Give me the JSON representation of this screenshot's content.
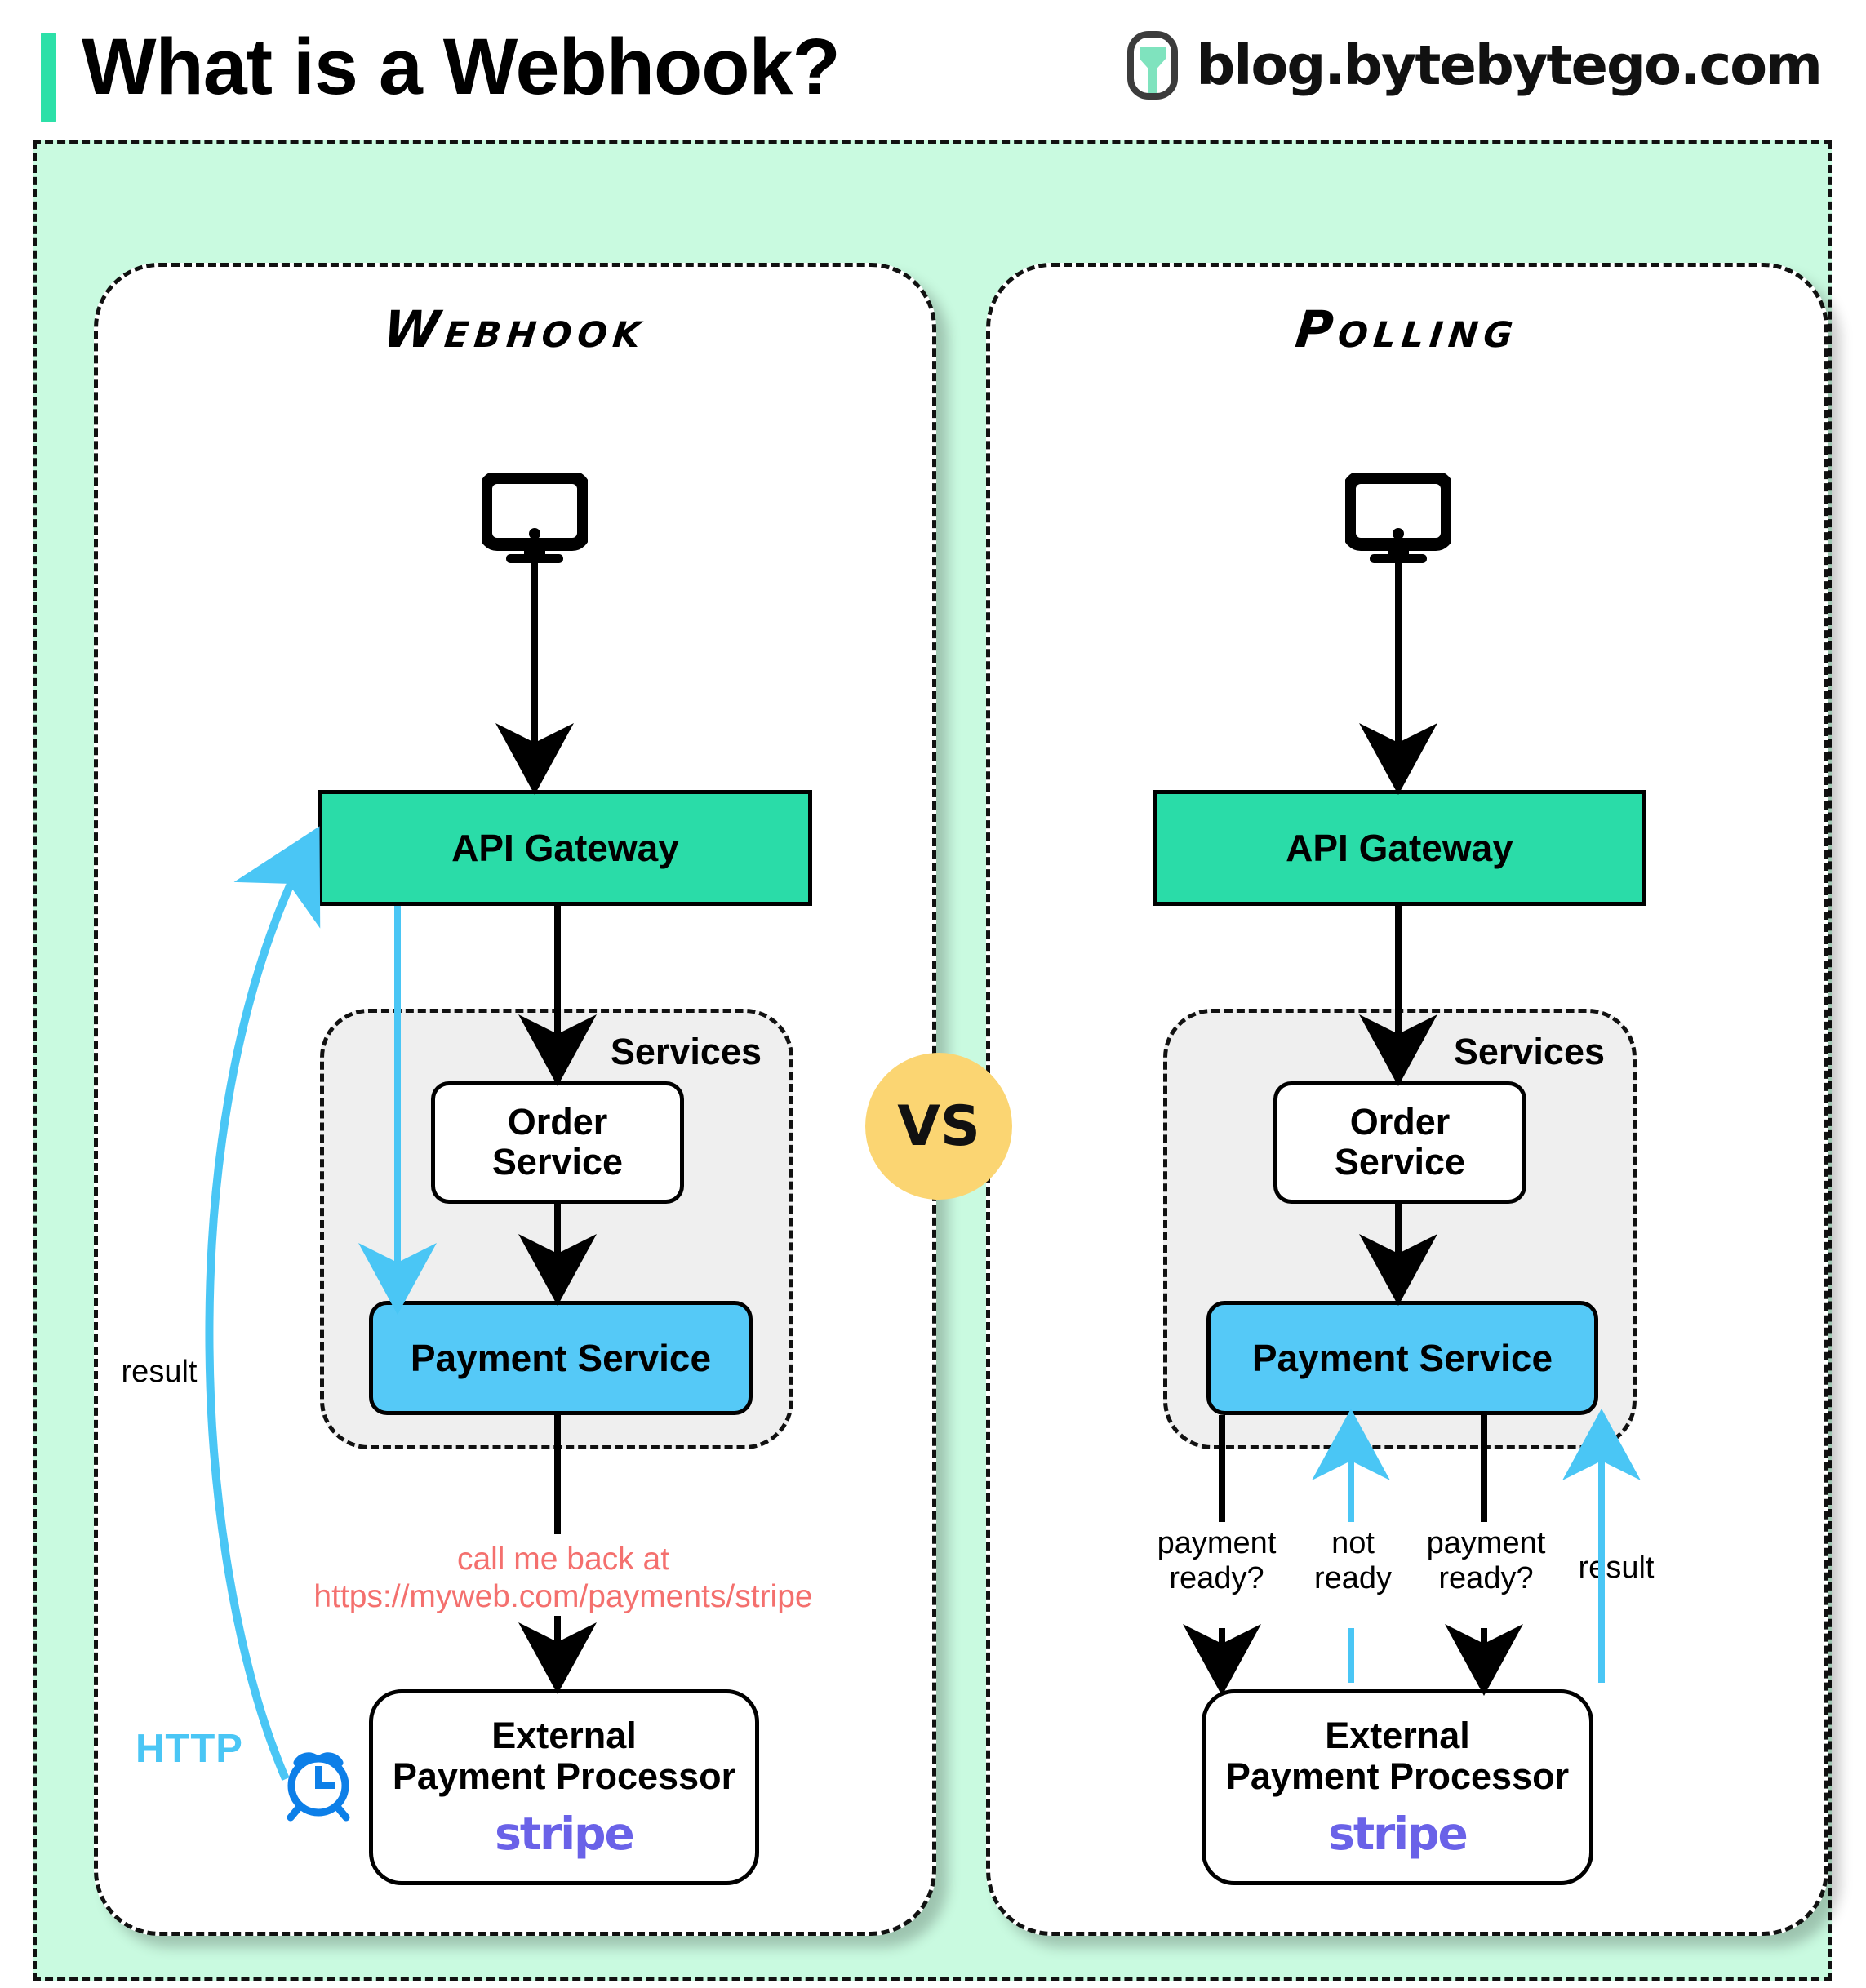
{
  "header": {
    "title": "What is a Webhook?",
    "brand": "blog.bytebytego.com",
    "accent_color": "#2CE0A8",
    "logo_icon": "bytebytego-logo-icon"
  },
  "colors": {
    "container_bg": "#C9FAE0",
    "gateway": "#2ADCA8",
    "payment_service": "#55C9F7",
    "services_group": "#EFEFEF",
    "callback_text": "#F4706E",
    "http_blue": "#4AC6F5",
    "stripe_purple": "#6A62E8",
    "vs_badge": "#FBD572"
  },
  "vs_badge": {
    "label": "VS"
  },
  "panels": [
    {
      "id": "webhook",
      "title": "Webhook",
      "client_icon": "monitor-icon",
      "gateway": {
        "label": "API Gateway"
      },
      "services_group": {
        "label": "Services"
      },
      "order_service": {
        "line1": "Order",
        "line2": "Service"
      },
      "payment_service": {
        "label": "Payment Service"
      },
      "callback_note": {
        "line1": "call me back at",
        "line2": "https://myweb.com/payments/stripe"
      },
      "processor": {
        "line1": "External",
        "line2": "Payment Processor",
        "wordmark": "stripe"
      },
      "result_label": "result",
      "http_label": "HTTP",
      "clock_icon": "alarm-clock-icon"
    },
    {
      "id": "polling",
      "title": "Polling",
      "client_icon": "monitor-icon",
      "gateway": {
        "label": "API Gateway"
      },
      "services_group": {
        "label": "Services"
      },
      "order_service": {
        "line1": "Order",
        "line2": "Service"
      },
      "payment_service": {
        "label": "Payment Service"
      },
      "processor": {
        "line1": "External",
        "line2": "Payment Processor",
        "wordmark": "stripe"
      },
      "poll_labels": [
        {
          "line1": "payment",
          "line2": "ready?",
          "direction": "down",
          "color": "#000000"
        },
        {
          "line1": "not",
          "line2": "ready",
          "direction": "up",
          "color": "#4AC6F5"
        },
        {
          "line1": "payment",
          "line2": "ready?",
          "direction": "down",
          "color": "#000000"
        },
        {
          "line1": "result",
          "line2": "",
          "direction": "up",
          "color": "#4AC6F5"
        }
      ]
    }
  ]
}
